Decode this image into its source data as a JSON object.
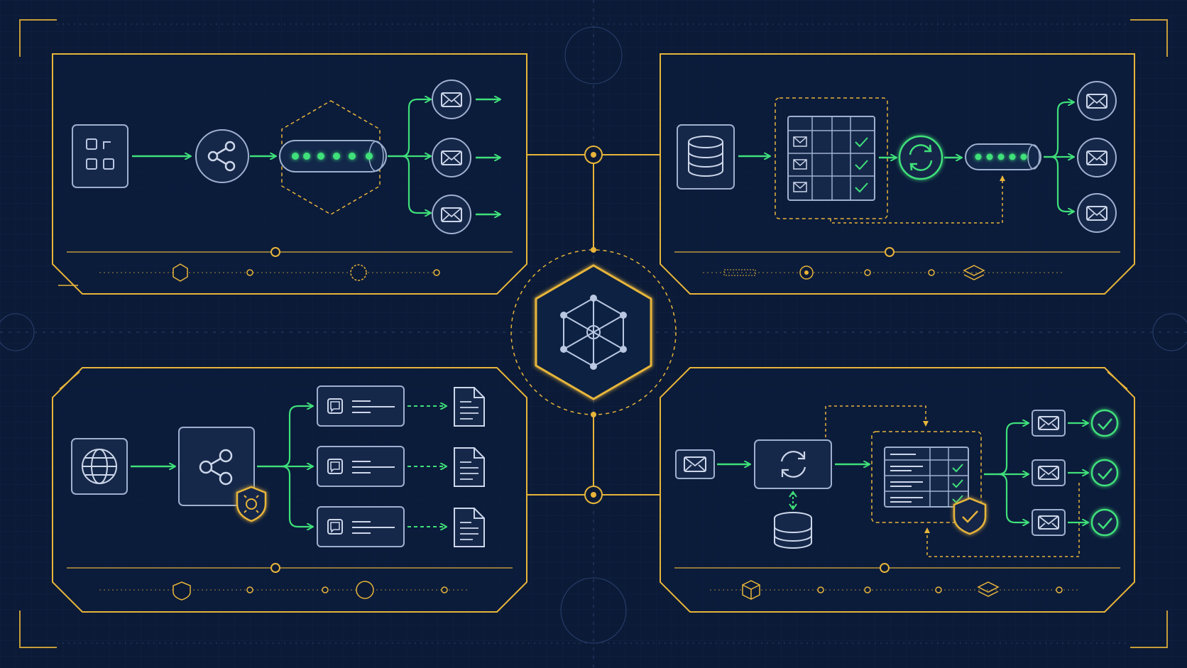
{
  "colors": {
    "background": "#0b1a36",
    "gold": "#e7b53a",
    "green": "#3fe07a",
    "node_fill": "#16284a",
    "node_stroke": "#9fb0cf",
    "grid": "#15294d"
  },
  "hub": {
    "icon": "cube-network-icon"
  },
  "panels": {
    "top_left": {
      "nodes": [
        "app-grid-icon",
        "share-icon",
        "message-queue-icon"
      ],
      "outputs": [
        "envelope-icon",
        "envelope-icon",
        "envelope-icon"
      ]
    },
    "top_right": {
      "nodes": [
        "database-icon",
        "checklist-table-icon",
        "sync-icon",
        "message-queue-icon"
      ],
      "outputs": [
        "envelope-icon",
        "envelope-icon",
        "envelope-icon"
      ]
    },
    "bottom_left": {
      "nodes": [
        "globe-icon",
        "share-icon",
        "shield-icon"
      ],
      "cards": [
        "task-card",
        "task-card",
        "task-card"
      ],
      "outputs": [
        "document-icon",
        "document-icon",
        "document-icon"
      ]
    },
    "bottom_right": {
      "nodes": [
        "envelope-icon",
        "sync-icon",
        "database-icon",
        "checklist-table-icon",
        "shield-check-icon"
      ],
      "outputs": [
        "envelope-icon",
        "envelope-icon",
        "envelope-icon"
      ],
      "status": [
        "check-circle-icon",
        "check-circle-icon",
        "check-circle-icon"
      ]
    }
  }
}
